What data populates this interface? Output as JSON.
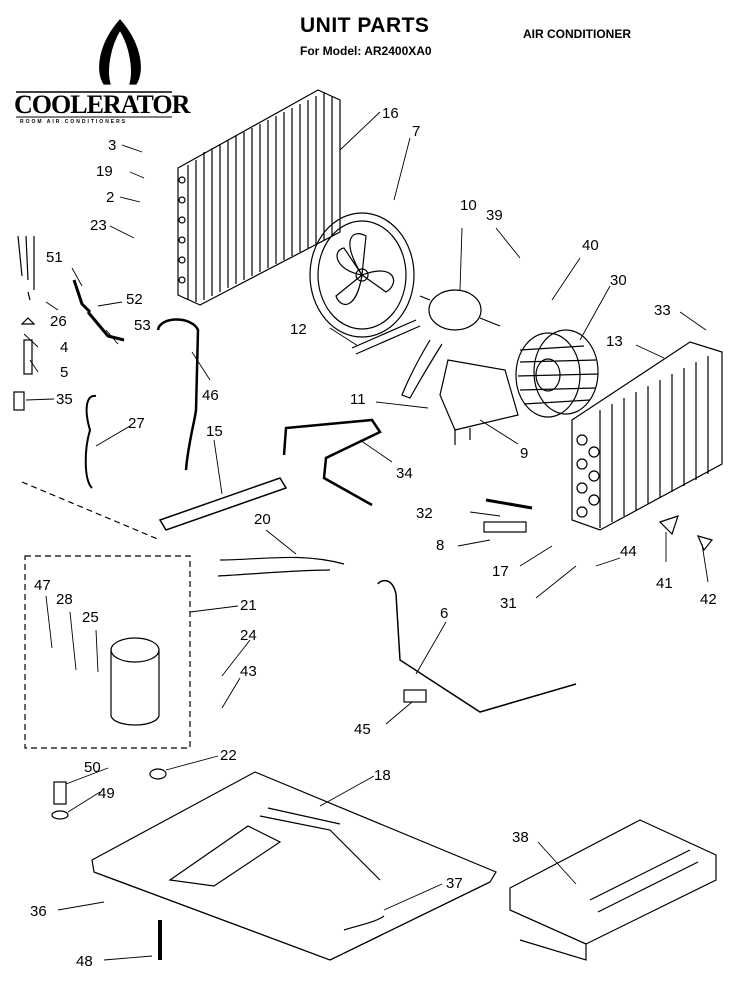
{
  "header": {
    "title": "UNIT PARTS",
    "model_line": "For Model: AR2400XA0",
    "product": "AIR CONDITIONER",
    "brand": "COOLERATOR",
    "brand_tagline": "ROOM AIR CONDITIONERS"
  },
  "parts": [
    {
      "no": "3"
    },
    {
      "no": "19"
    },
    {
      "no": "2"
    },
    {
      "no": "23"
    },
    {
      "no": "16"
    },
    {
      "no": "7"
    },
    {
      "no": "10"
    },
    {
      "no": "39"
    },
    {
      "no": "40"
    },
    {
      "no": "30"
    },
    {
      "no": "33"
    },
    {
      "no": "13"
    },
    {
      "no": "51"
    },
    {
      "no": "52"
    },
    {
      "no": "26"
    },
    {
      "no": "53"
    },
    {
      "no": "4"
    },
    {
      "no": "5"
    },
    {
      "no": "35"
    },
    {
      "no": "12"
    },
    {
      "no": "46"
    },
    {
      "no": "11"
    },
    {
      "no": "9"
    },
    {
      "no": "27"
    },
    {
      "no": "15"
    },
    {
      "no": "34"
    },
    {
      "no": "32"
    },
    {
      "no": "8"
    },
    {
      "no": "20"
    },
    {
      "no": "17"
    },
    {
      "no": "44"
    },
    {
      "no": "31"
    },
    {
      "no": "41"
    },
    {
      "no": "42"
    },
    {
      "no": "47"
    },
    {
      "no": "28"
    },
    {
      "no": "25"
    },
    {
      "no": "21"
    },
    {
      "no": "6"
    },
    {
      "no": "24"
    },
    {
      "no": "43"
    },
    {
      "no": "45"
    },
    {
      "no": "22"
    },
    {
      "no": "50"
    },
    {
      "no": "18"
    },
    {
      "no": "49"
    },
    {
      "no": "38"
    },
    {
      "no": "37"
    },
    {
      "no": "36"
    },
    {
      "no": "48"
    }
  ]
}
